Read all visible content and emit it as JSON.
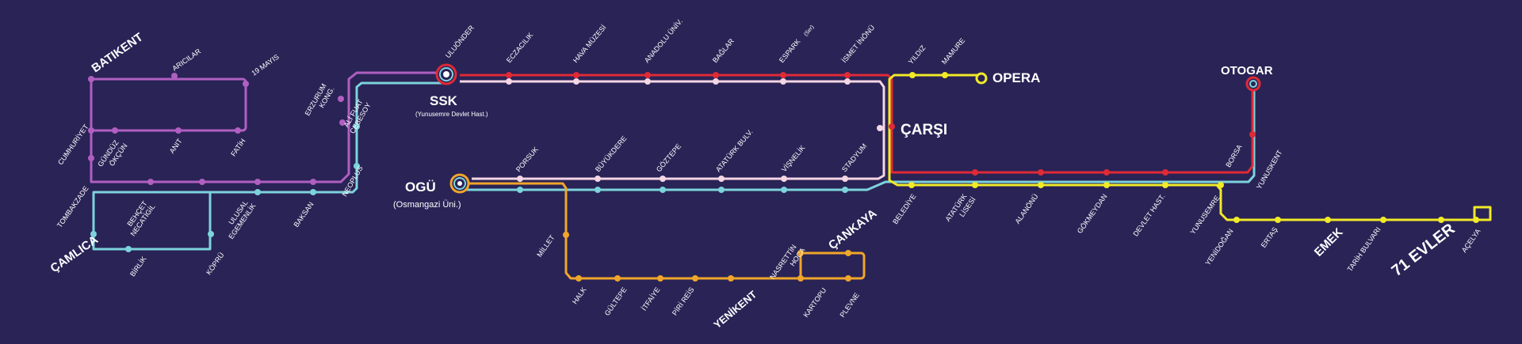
{
  "map": {
    "background": "#2a2356",
    "colors": {
      "purple": "#b05fc1",
      "cyan": "#7cd3dc",
      "red": "#e02a36",
      "pink": "#f4d6e4",
      "yellow": "#f0ea28",
      "orange": "#f0a62a"
    },
    "stations": {
      "batikent": "BATIKENT",
      "aricilar": "ARICILAR",
      "may19": "19 MAYIS",
      "cumhuriyet": "CUMHURİYET",
      "gunduz_okcun": [
        "GÜNDÜZ",
        "ÖKÇÜN"
      ],
      "anit": "ANIT",
      "fatih": "FATİH",
      "tombakzade": "TOMBAKZADE",
      "erzurum_kong": [
        "ERZURUM",
        "KONG."
      ],
      "ali_fuat_cebesoy": [
        "ALİ FUAT",
        "CEBESOY"
      ],
      "neoplus": "NEOPLUS",
      "camlica": "ÇAMLICA",
      "behcet_necatigil": [
        "BEHÇET",
        "NECATİGİL"
      ],
      "birlik": "BİRLİK",
      "kopru": "KÖPRÜ",
      "ulusal_egemenlik": [
        "ULUSAL",
        "EGEMENLİK"
      ],
      "baksan": "BAKSAN",
      "ssk": "SSK",
      "ssk_sub": "(Yunusemre Devlet Hast.)",
      "uluonder": "ULUÖNDER",
      "eczacilik": "ECZACILIK",
      "hava_muzesi": "HAVA MÜZESİ",
      "anadolu_univ": "ANADOLU ÜNİV.",
      "baglar": "BAĞLAR",
      "espark": "ESPARK",
      "espark_sub": "(Ser)",
      "ismet_inonu": "İSMET İNÖNÜ",
      "yildiz": "YILDIZ",
      "mamure": "MAMURE",
      "opera": "OPERA",
      "carsi": "ÇARŞI",
      "otogar": "OTOGAR",
      "borsa": "BORSA",
      "yunuskent": "YUNUSKENT",
      "ogu": "OGÜ",
      "ogu_sub": "(Osmangazi Üni.)",
      "porsuk": "PORSUK",
      "buyukdere": "BÜYÜKDERE",
      "goztepe": "GÖZTEPE",
      "ataturk_bulv": "ATATÜRK BULV.",
      "visnelik": "VİŞNELİK",
      "stadyum": "STADYUM",
      "belediye": "BELEDİYE",
      "ataturk_lisesi": [
        "ATATÜRK",
        "LİSESİ"
      ],
      "alanonu": "ALANÖNÜ",
      "gokmeydan": "GÖKMEYDAN",
      "devlet_hast": "DEVLET HAST.",
      "yunusemre": "YUNUSEMRE",
      "yenidogan": "YENİDOĞAN",
      "ertas": "ERTAŞ",
      "emek": "EMEK",
      "tarih_bulvari": "TARİH BULVARI",
      "evler71": "71 EVLER",
      "acelya": "AÇELYA",
      "millet": "MİLLET",
      "halk": "HALK",
      "gultepe": "GÜLTEPE",
      "itfaiye": "İTFAİYE",
      "piri_reis": "PİRİ REİS",
      "yenikent": "YENİKENT",
      "nasrettin_hoca": [
        "NASRETTİN",
        "HOCA"
      ],
      "kartopu": "KARTOPU",
      "cankaya": "ÇANKAYA",
      "plevne": "PLEVNE"
    }
  }
}
